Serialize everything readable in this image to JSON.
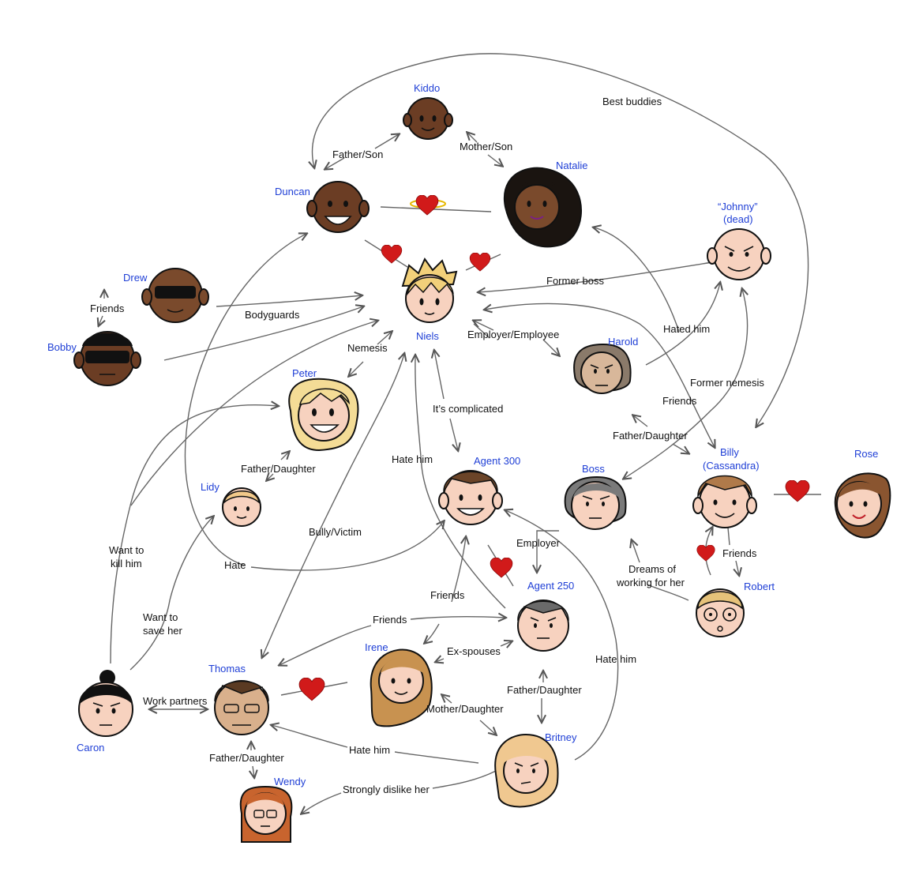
{
  "characters": {
    "kiddo": "Kiddo",
    "natalie": "Natalie",
    "duncan": "Duncan",
    "johnny_line1": "“Johnny”",
    "johnny_line2": "(dead)",
    "drew": "Drew",
    "bobby": "Bobby",
    "niels": "Niels",
    "harold": "Harold",
    "peter": "Peter",
    "lidy": "Lidy",
    "agent300": "Agent 300",
    "boss": "Boss",
    "billy_line1": "Billy",
    "billy_line2": "(Cassandra)",
    "rose": "Rose",
    "agent250": "Agent 250",
    "robert": "Robert",
    "irene": "Irene",
    "thomas": "Thomas",
    "caron": "Caron",
    "wendy": "Wendy",
    "britney": "Britney"
  },
  "relations": {
    "best_buddies": "Best buddies",
    "father_son": "Father/Son",
    "mother_son": "Mother/Son",
    "friends_drew_bobby": "Friends",
    "bodyguards": "Bodyguards",
    "former_boss": "Former boss",
    "employer_employee": "Employer/Employee",
    "nemesis": "Nemesis",
    "hated_him": "Hated him",
    "former_nemesis": "Former nemesis",
    "friends_harold_billy": "Friends",
    "its_complicated": "It’s complicated",
    "father_daughter_harold_billy": "Father/Daughter",
    "father_daughter_peter_lidy": "Father/Daughter",
    "hate_him_niels": "Hate him",
    "employer": "Employer",
    "want_to_kill_line1": "Want to",
    "want_to_kill_line2": "kill him",
    "hate": "Hate",
    "bully_victim": "Bully/Victim",
    "dreams_line1": "Dreams of",
    "dreams_line2": "working for her",
    "friends_billy_robert": "Friends",
    "friends_agent300_irene": "Friends",
    "want_to_save_line1": "Want to",
    "want_to_save_line2": "save her",
    "friends_thomas_agent250": "Friends",
    "hate_him_britney_agent300": "Hate him",
    "ex_spouses": "Ex-spouses",
    "father_daughter_agent250_britney": "Father/Daughter",
    "mother_daughter": "Mother/Daughter",
    "work_partners": "Work partners",
    "father_daughter_thomas_wendy": "Father/Daughter",
    "hate_him_britney_thomas": "Hate him",
    "strongly_dislike": "Strongly dislike her"
  },
  "colors": {
    "name_text": "#1f3fd6",
    "label_text": "#111111",
    "arrow": "#666666",
    "heart": "#d11a1a"
  }
}
